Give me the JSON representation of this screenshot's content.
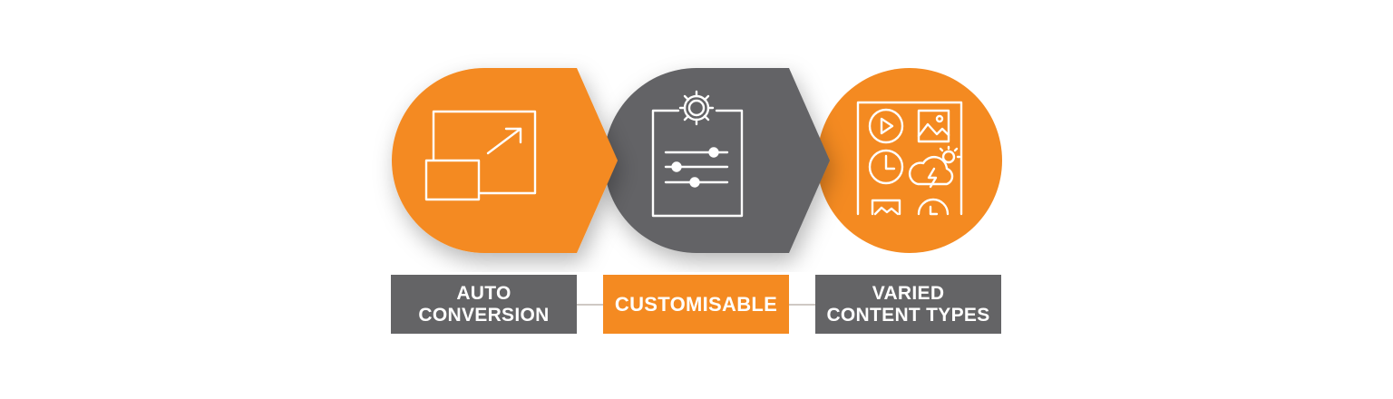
{
  "steps": [
    {
      "id": "auto-conversion",
      "icon": "resize-screens-icon",
      "color": "#f48a21",
      "label_lines": [
        "AUTO",
        "CONVERSION"
      ]
    },
    {
      "id": "customisable",
      "icon": "settings-clipboard-icon",
      "color": "#646466",
      "label_lines": [
        "CUSTOMISABLE"
      ]
    },
    {
      "id": "varied-content-types",
      "icon": "media-grid-icon",
      "color": "#f48a21",
      "label_lines": [
        "VARIED",
        "CONTENT TYPES"
      ]
    }
  ],
  "colors": {
    "orange": "#f48a21",
    "gray": "#646466",
    "icon_stroke": "#ffffff",
    "connector": "#cfc9c4"
  }
}
